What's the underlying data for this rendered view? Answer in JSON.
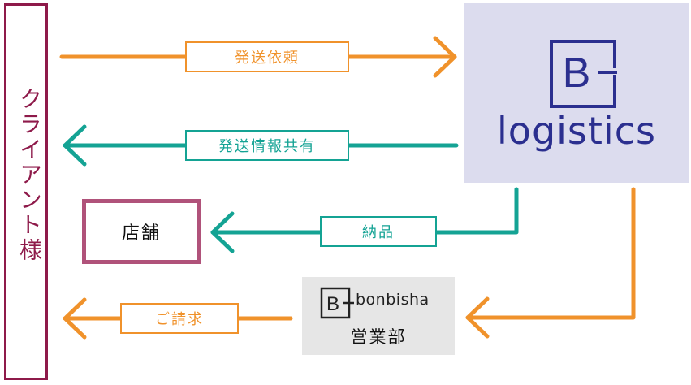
{
  "client": {
    "label": "クライアント様"
  },
  "store": {
    "label": "店舗"
  },
  "logistics": {
    "letter": "B",
    "word": "logistics"
  },
  "bonbisha": {
    "letter": "B",
    "word": "bonbisha",
    "dept": "営業部"
  },
  "flows": {
    "shipping_request": "発送依頼",
    "shipping_info_share": "発送情報共有",
    "delivery": "納品",
    "billing": "ご請求"
  },
  "colors": {
    "orange": "#f0922b",
    "teal": "#14a394",
    "client_border": "#8e1a4a",
    "store_border": "#b0527a",
    "logistics_bg": "#dcdcee",
    "logistics_text": "#2b2f8f",
    "bonbisha_bg": "#e6e6e6"
  }
}
